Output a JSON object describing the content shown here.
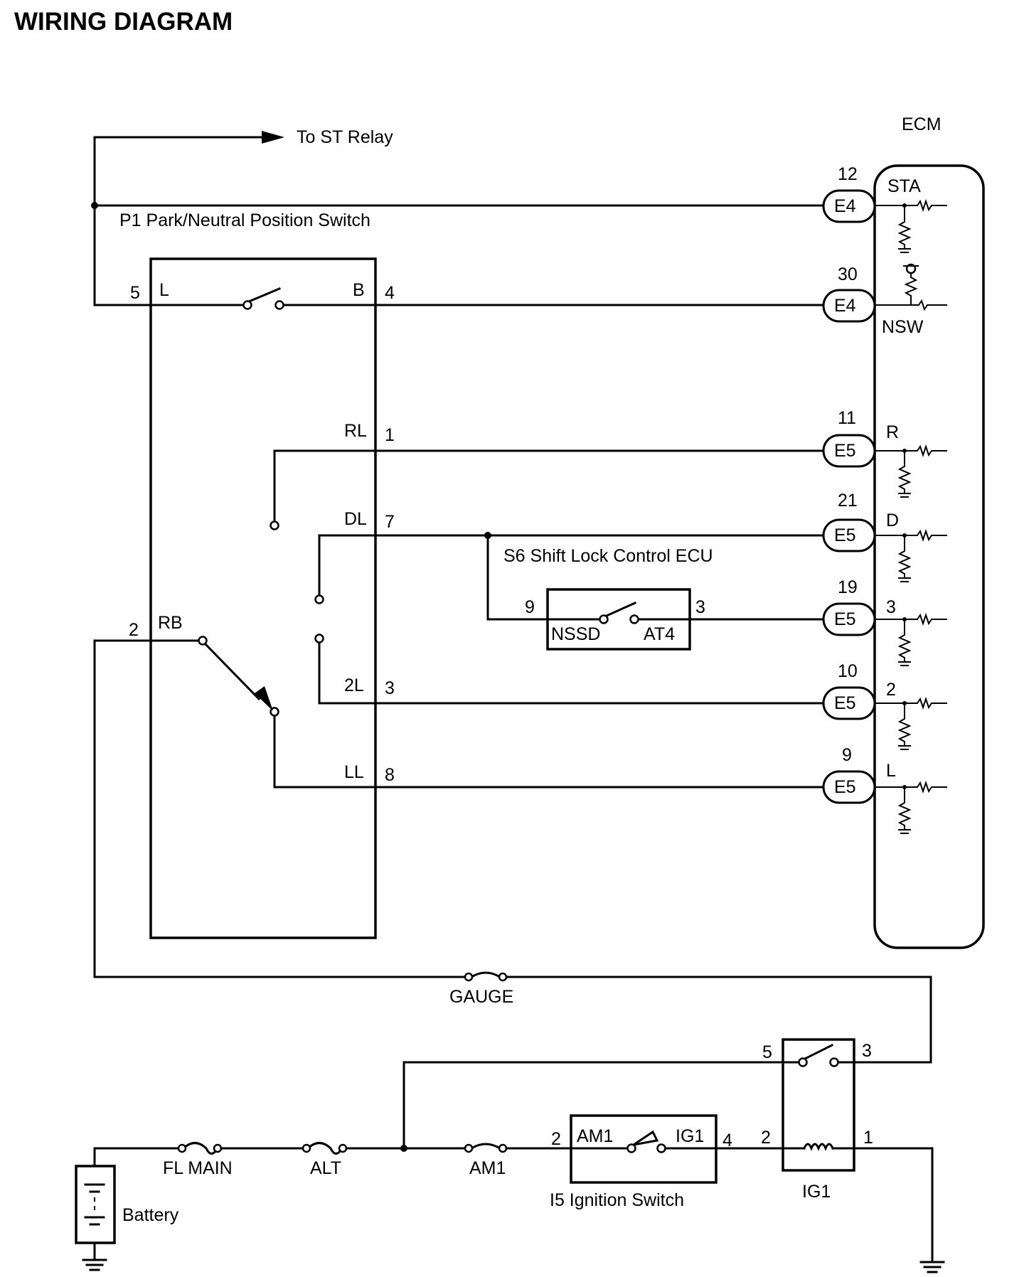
{
  "title": "WIRING DIAGRAM",
  "to_st_relay": "To ST Relay",
  "ecm": {
    "label": "ECM",
    "pins": [
      {
        "pin": "12",
        "connector": "E4",
        "signal": "STA"
      },
      {
        "pin": "30",
        "connector": "E4",
        "signal": "NSW"
      },
      {
        "pin": "11",
        "connector": "E5",
        "signal": "R"
      },
      {
        "pin": "21",
        "connector": "E5",
        "signal": "D"
      },
      {
        "pin": "19",
        "connector": "E5",
        "signal": "3"
      },
      {
        "pin": "10",
        "connector": "E5",
        "signal": "2"
      },
      {
        "pin": "9",
        "connector": "E5",
        "signal": "L"
      }
    ]
  },
  "pn_switch": {
    "label": "P1 Park/Neutral Position Switch",
    "l_pin": "5",
    "l_label": "L",
    "b_label": "B",
    "b_pin": "4",
    "rl_label": "RL",
    "rl_pin": "1",
    "dl_label": "DL",
    "dl_pin": "7",
    "rb_pin": "2",
    "rb_label": "RB",
    "l2_label": "2L",
    "l2_pin": "3",
    "ll_label": "LL",
    "ll_pin": "8"
  },
  "shift_lock": {
    "label": "S6 Shift Lock Control ECU",
    "pin_in": "9",
    "pin_out": "3",
    "left_label": "NSSD",
    "right_label": "AT4"
  },
  "fuses": {
    "gauge": "GAUGE",
    "fl_main": "FL MAIN",
    "alt": "ALT",
    "am1": "AM1"
  },
  "battery": "Battery",
  "ignition": {
    "label": "I5  Ignition Switch",
    "pin_in": "2",
    "pin_out": "4",
    "left_label": "AM1",
    "right_label": "IG1"
  },
  "ig1_relay": {
    "label": "IG1",
    "pin_5": "5",
    "pin_3": "3",
    "pin_2": "2",
    "pin_1": "1"
  }
}
